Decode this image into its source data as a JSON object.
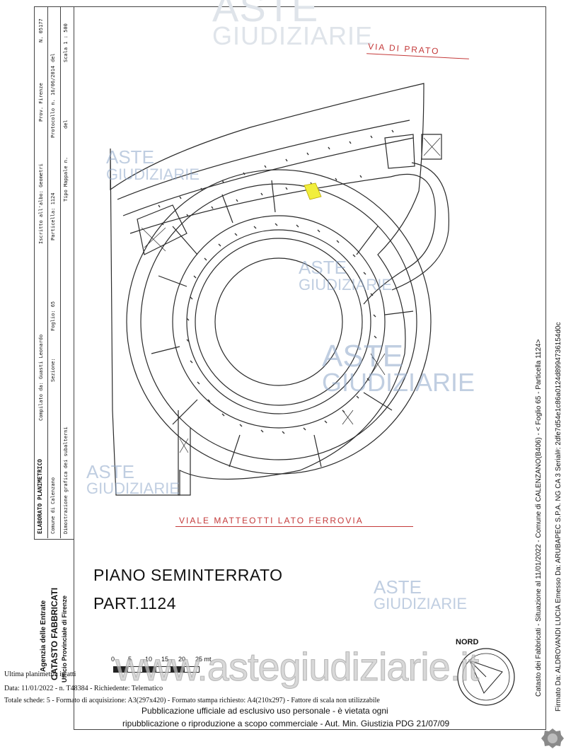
{
  "header": {
    "title": "ELABORATO PLANIMETRICO",
    "compiled_by": "Compilato da: Guasti Leonardo",
    "registered": "Iscritto all'albo: Geometri",
    "prov": "Prov. Firenze",
    "number": "N. 05177",
    "comune": "Comune di Calenzano",
    "sezione": "Sezione:",
    "foglio": "Foglio: 65",
    "particella": "Particella: 1124",
    "protocol": "Protocollo n.",
    "protocol_date": "16/06/2014",
    "del1": "del",
    "dimostrazione": "Dimostrazione grafica dei subalterni",
    "tipo_mappale": "Tipo Mappale n.",
    "del2": "del",
    "scala": "Scala 1 : 500"
  },
  "agency": {
    "line1": "Agenzia delle Entrate",
    "line2": "CATASTO FABBRICATI",
    "line3": "Ufficio Provinciale di Firenze"
  },
  "streets": {
    "top": "VIA DI PRATO",
    "bottom": "VIALE MATTEOTTI LATO FERROVIA"
  },
  "plan": {
    "title_line1": "PIANO SEMINTERRATO",
    "title_line2": "PART.1124",
    "north_label": "NORD",
    "scale_labels": [
      "0",
      "5",
      "10",
      "15",
      "20",
      "25 mt"
    ]
  },
  "footer": {
    "line1": "Ultima planimetria in atti",
    "line2": "Data: 11/01/2022 - n. T48384 - Richiedente: Telematico",
    "line3": "Totale schede: 5 - Formato di acquisizione: A3(297x420) - Formato stampa richiesto: A4(210x297) - Fattore di scala non utilizzabile",
    "notice1": "Pubblicazione ufficiale ad esclusivo uso personale - è vietata ogni",
    "notice2": "ripubblicazione o riproduzione a scopo commerciale - Aut. Min. Giustizia PDG 21/07/09",
    "website": "www.astegiudiziarie.it"
  },
  "side": {
    "catasto": "Catasto dei Fabbricati - Situazione al 11/01/2022 - Comune di CALENZANO(B406) - < Foglio 65 - Particella 1124>",
    "firmato": "Firmato Da: ALDROVANDI LUCIA Emesso Da: ARUBAPEC S.P.A. NG CA 3 Serial#: 2dfe7d54e1c86a0124d8994736154d0c"
  },
  "watermark": {
    "aste": "ASTE",
    "giudiziarie": "GIUDIZIARIE"
  },
  "colors": {
    "red_ink": "#c43a3a",
    "highlight": "#f1ee3c",
    "watermark": "#dfe4ea",
    "line": "#2a2a2a"
  }
}
